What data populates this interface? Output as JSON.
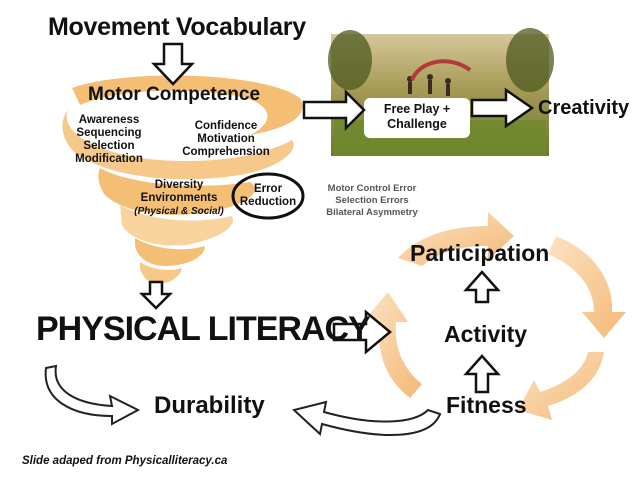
{
  "heading": "Movement Vocabulary",
  "motor_competence": {
    "title": "Motor Competence",
    "left_list": [
      "Awareness",
      "Sequencing",
      "Selection",
      "Modification"
    ],
    "right_list": [
      "Confidence",
      "Motivation",
      "Comprehension"
    ],
    "environments": [
      "Diversity",
      "Environments"
    ],
    "environments_note": "(Physical & Social)",
    "error_box": [
      "Error",
      "Reduction"
    ],
    "error_notes": [
      "Motor Control Error",
      "Selection Errors",
      "Bilateral Asymmetry"
    ]
  },
  "free_play": [
    "Free Play +",
    "Challenge"
  ],
  "creativity": "Creativity",
  "physical_literacy": "PHYSICAL LITERACY",
  "durability": "Durability",
  "cycle": {
    "participation": "Participation",
    "activity": "Activity",
    "fitness": "Fitness"
  },
  "footer": "Slide adaped from Physicalliteracy.ca",
  "colors": {
    "swirl": "#f4bf74",
    "swirl_light": "#f9dcae",
    "cycle_arrow": "#f7c98c",
    "text": "#111111",
    "grey_text": "#555555"
  }
}
